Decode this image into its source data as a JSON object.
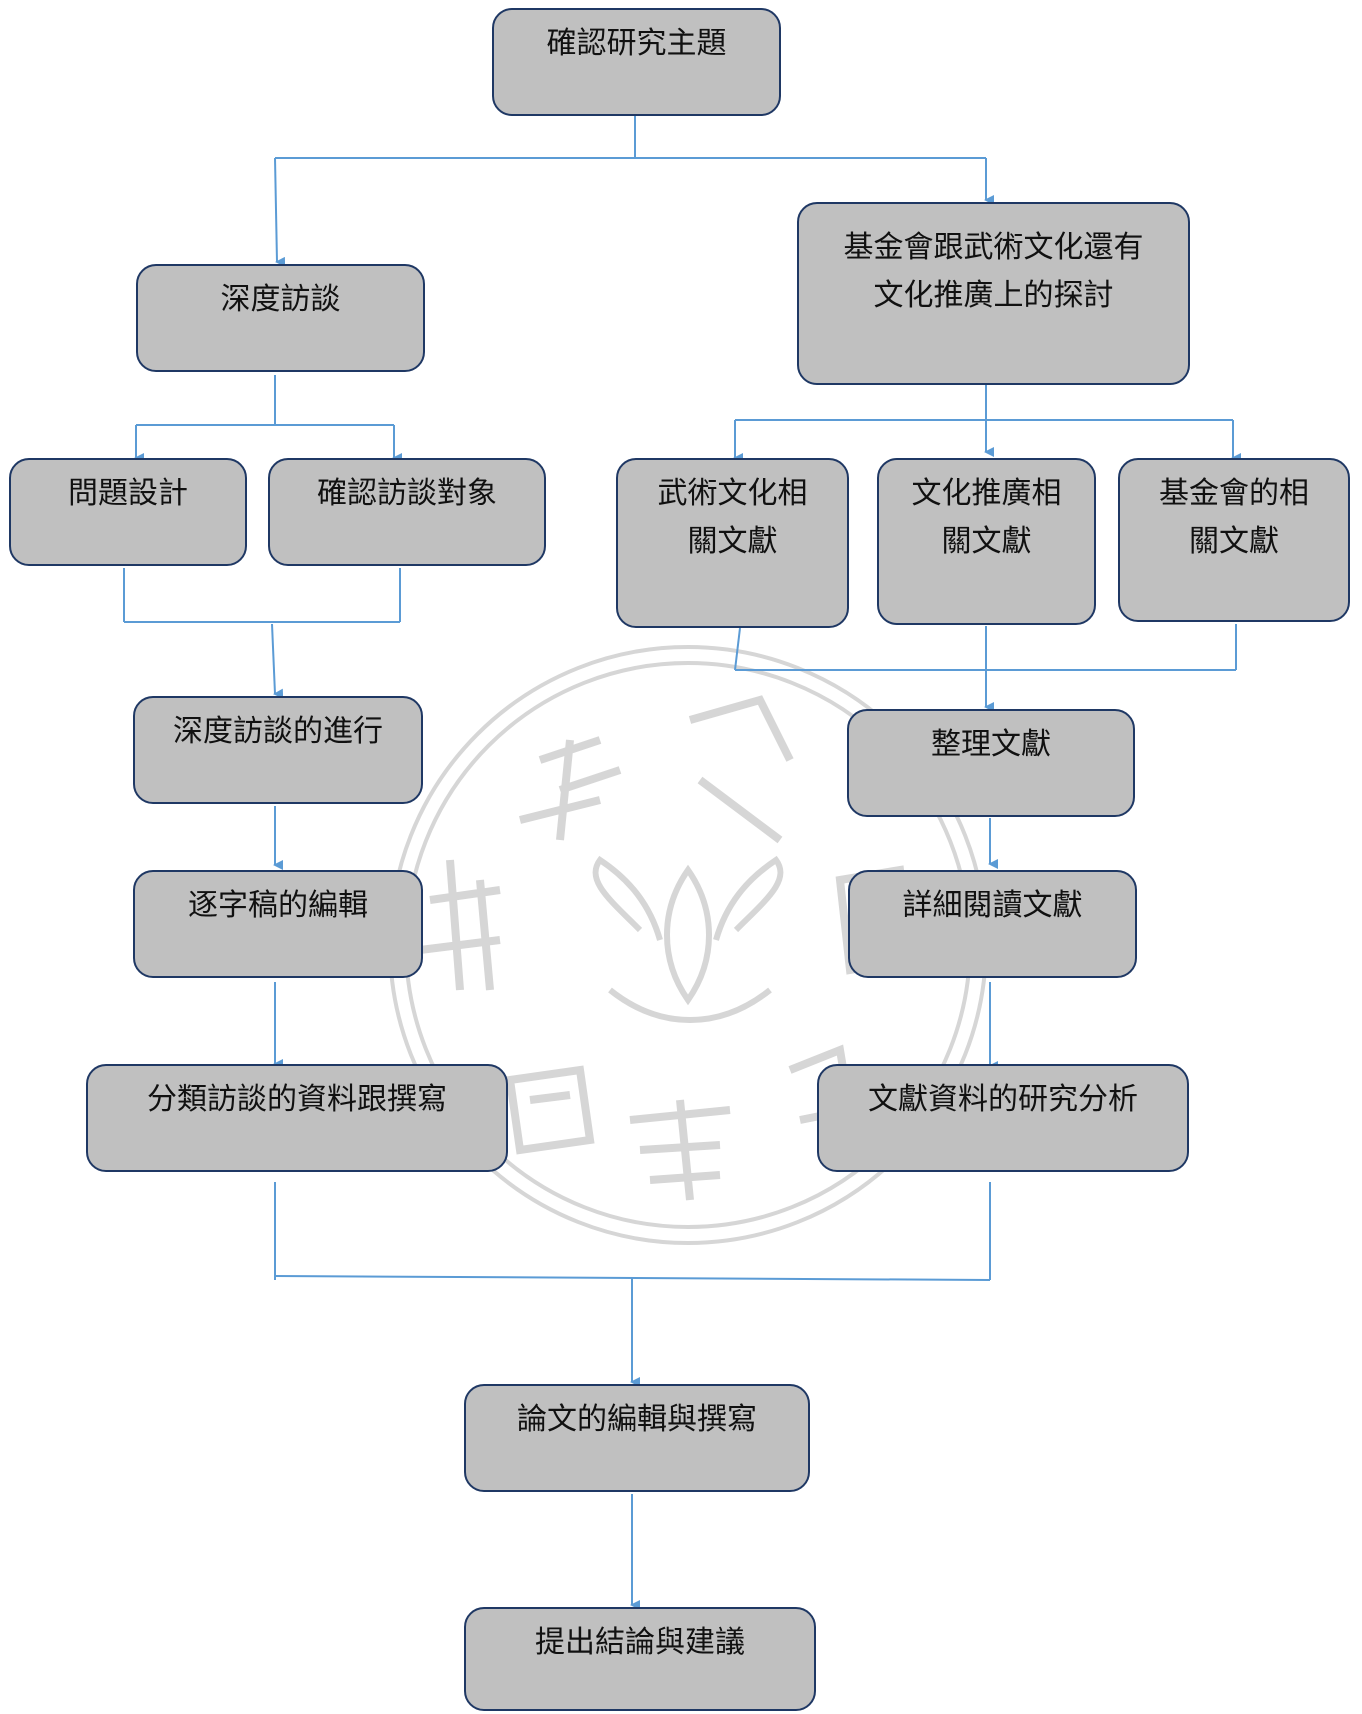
{
  "diagram": {
    "colors": {
      "box_fill": "#c0c0c0",
      "box_border": "#1f3864",
      "connector": "#5b9bd5",
      "watermark": "#cfcfcf"
    },
    "nodes": {
      "confirm_topic": [
        "確認研究主題"
      ],
      "in_depth_interview": [
        "深度訪談"
      ],
      "foundation_discussion": [
        "基金會跟武術文化還有",
        "文化推廣上的探討"
      ],
      "question_design": [
        "問題設計"
      ],
      "confirm_interviewees": [
        "確認訪談對象"
      ],
      "martial_culture_lit": [
        "武術文化相",
        "關文獻"
      ],
      "culture_promotion_lit": [
        "文化推廣相",
        "關文獻"
      ],
      "foundation_lit": [
        "基金會的相",
        "關文獻"
      ],
      "conduct_interview": [
        "深度訪談的進行"
      ],
      "organize_lit": [
        "整理文獻"
      ],
      "transcript_editing": [
        "逐字稿的編輯"
      ],
      "detailed_reading": [
        "詳細閱讀文獻"
      ],
      "classify_interview_data": [
        "分類訪談的資料跟撰寫"
      ],
      "lit_data_analysis": [
        "文獻資料的研究分析"
      ],
      "thesis_writing": [
        "論文的編輯與撰寫"
      ],
      "conclusions": [
        "提出結論與建議"
      ]
    }
  }
}
